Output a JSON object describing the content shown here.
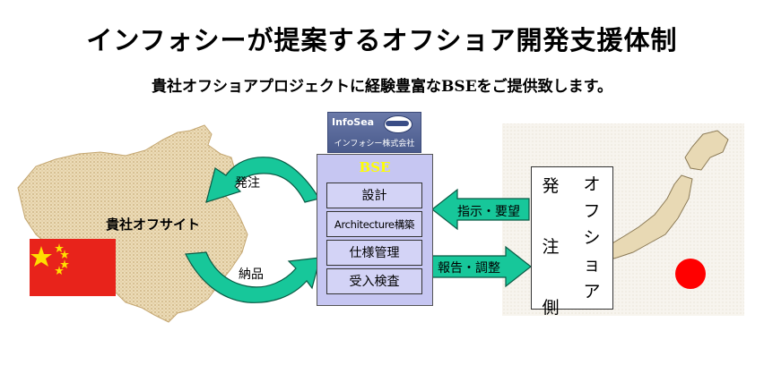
{
  "title": "インフォシーが提案するオフショア開発支援体制",
  "subtitle": "貴社オフショアプロジェクトに経験豊富なBSEをご提供致します。",
  "china": {
    "label": "貴社オフサイト"
  },
  "flows": {
    "order": "発注",
    "delivery": "納品"
  },
  "logo": {
    "name": "InfoSea",
    "company": "インフォシー株式会社"
  },
  "bse": {
    "title": "BSE",
    "items": [
      "設計",
      "Architecture構築",
      "仕様管理",
      "受入検査"
    ]
  },
  "arrows": {
    "instructions": "指示・要望",
    "report": "報告・調整"
  },
  "japan": {
    "side_chars": [
      "発",
      "注",
      "側"
    ],
    "offshore_chars": [
      "オ",
      "フ",
      "シ",
      "ョ",
      "ア"
    ]
  },
  "colors": {
    "arrow_fill": "#17c79a",
    "bse_box": "#c6c6f2",
    "china_red": "#e8231b",
    "star_yellow": "#ffde00",
    "japan_red": "#ff0000",
    "map_tan": "#d8c39a"
  }
}
